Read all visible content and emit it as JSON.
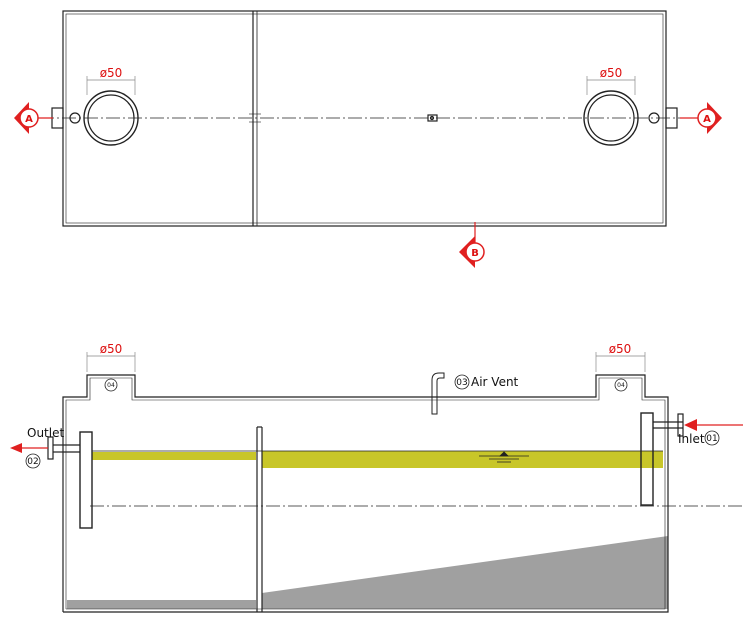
{
  "dimensions": {
    "dia_top_left": "ø50",
    "dia_top_right": "ø50",
    "dia_front_left": "ø50",
    "dia_front_right": "ø50"
  },
  "section_markers": {
    "a_left": "A",
    "a_right": "A",
    "b": "B"
  },
  "callouts": {
    "outlet_label": "Outlet",
    "outlet_num": "02",
    "inlet_label": "Inlet",
    "inlet_num": "01",
    "vent_num": "03",
    "vent_label": "Air Vent",
    "riser_left_num": "04",
    "riser_right_num": "04"
  },
  "colors": {
    "liquid": "#c8c629",
    "sludge": "#a0a0a0",
    "marker": "#e02020",
    "line": "#222222"
  }
}
